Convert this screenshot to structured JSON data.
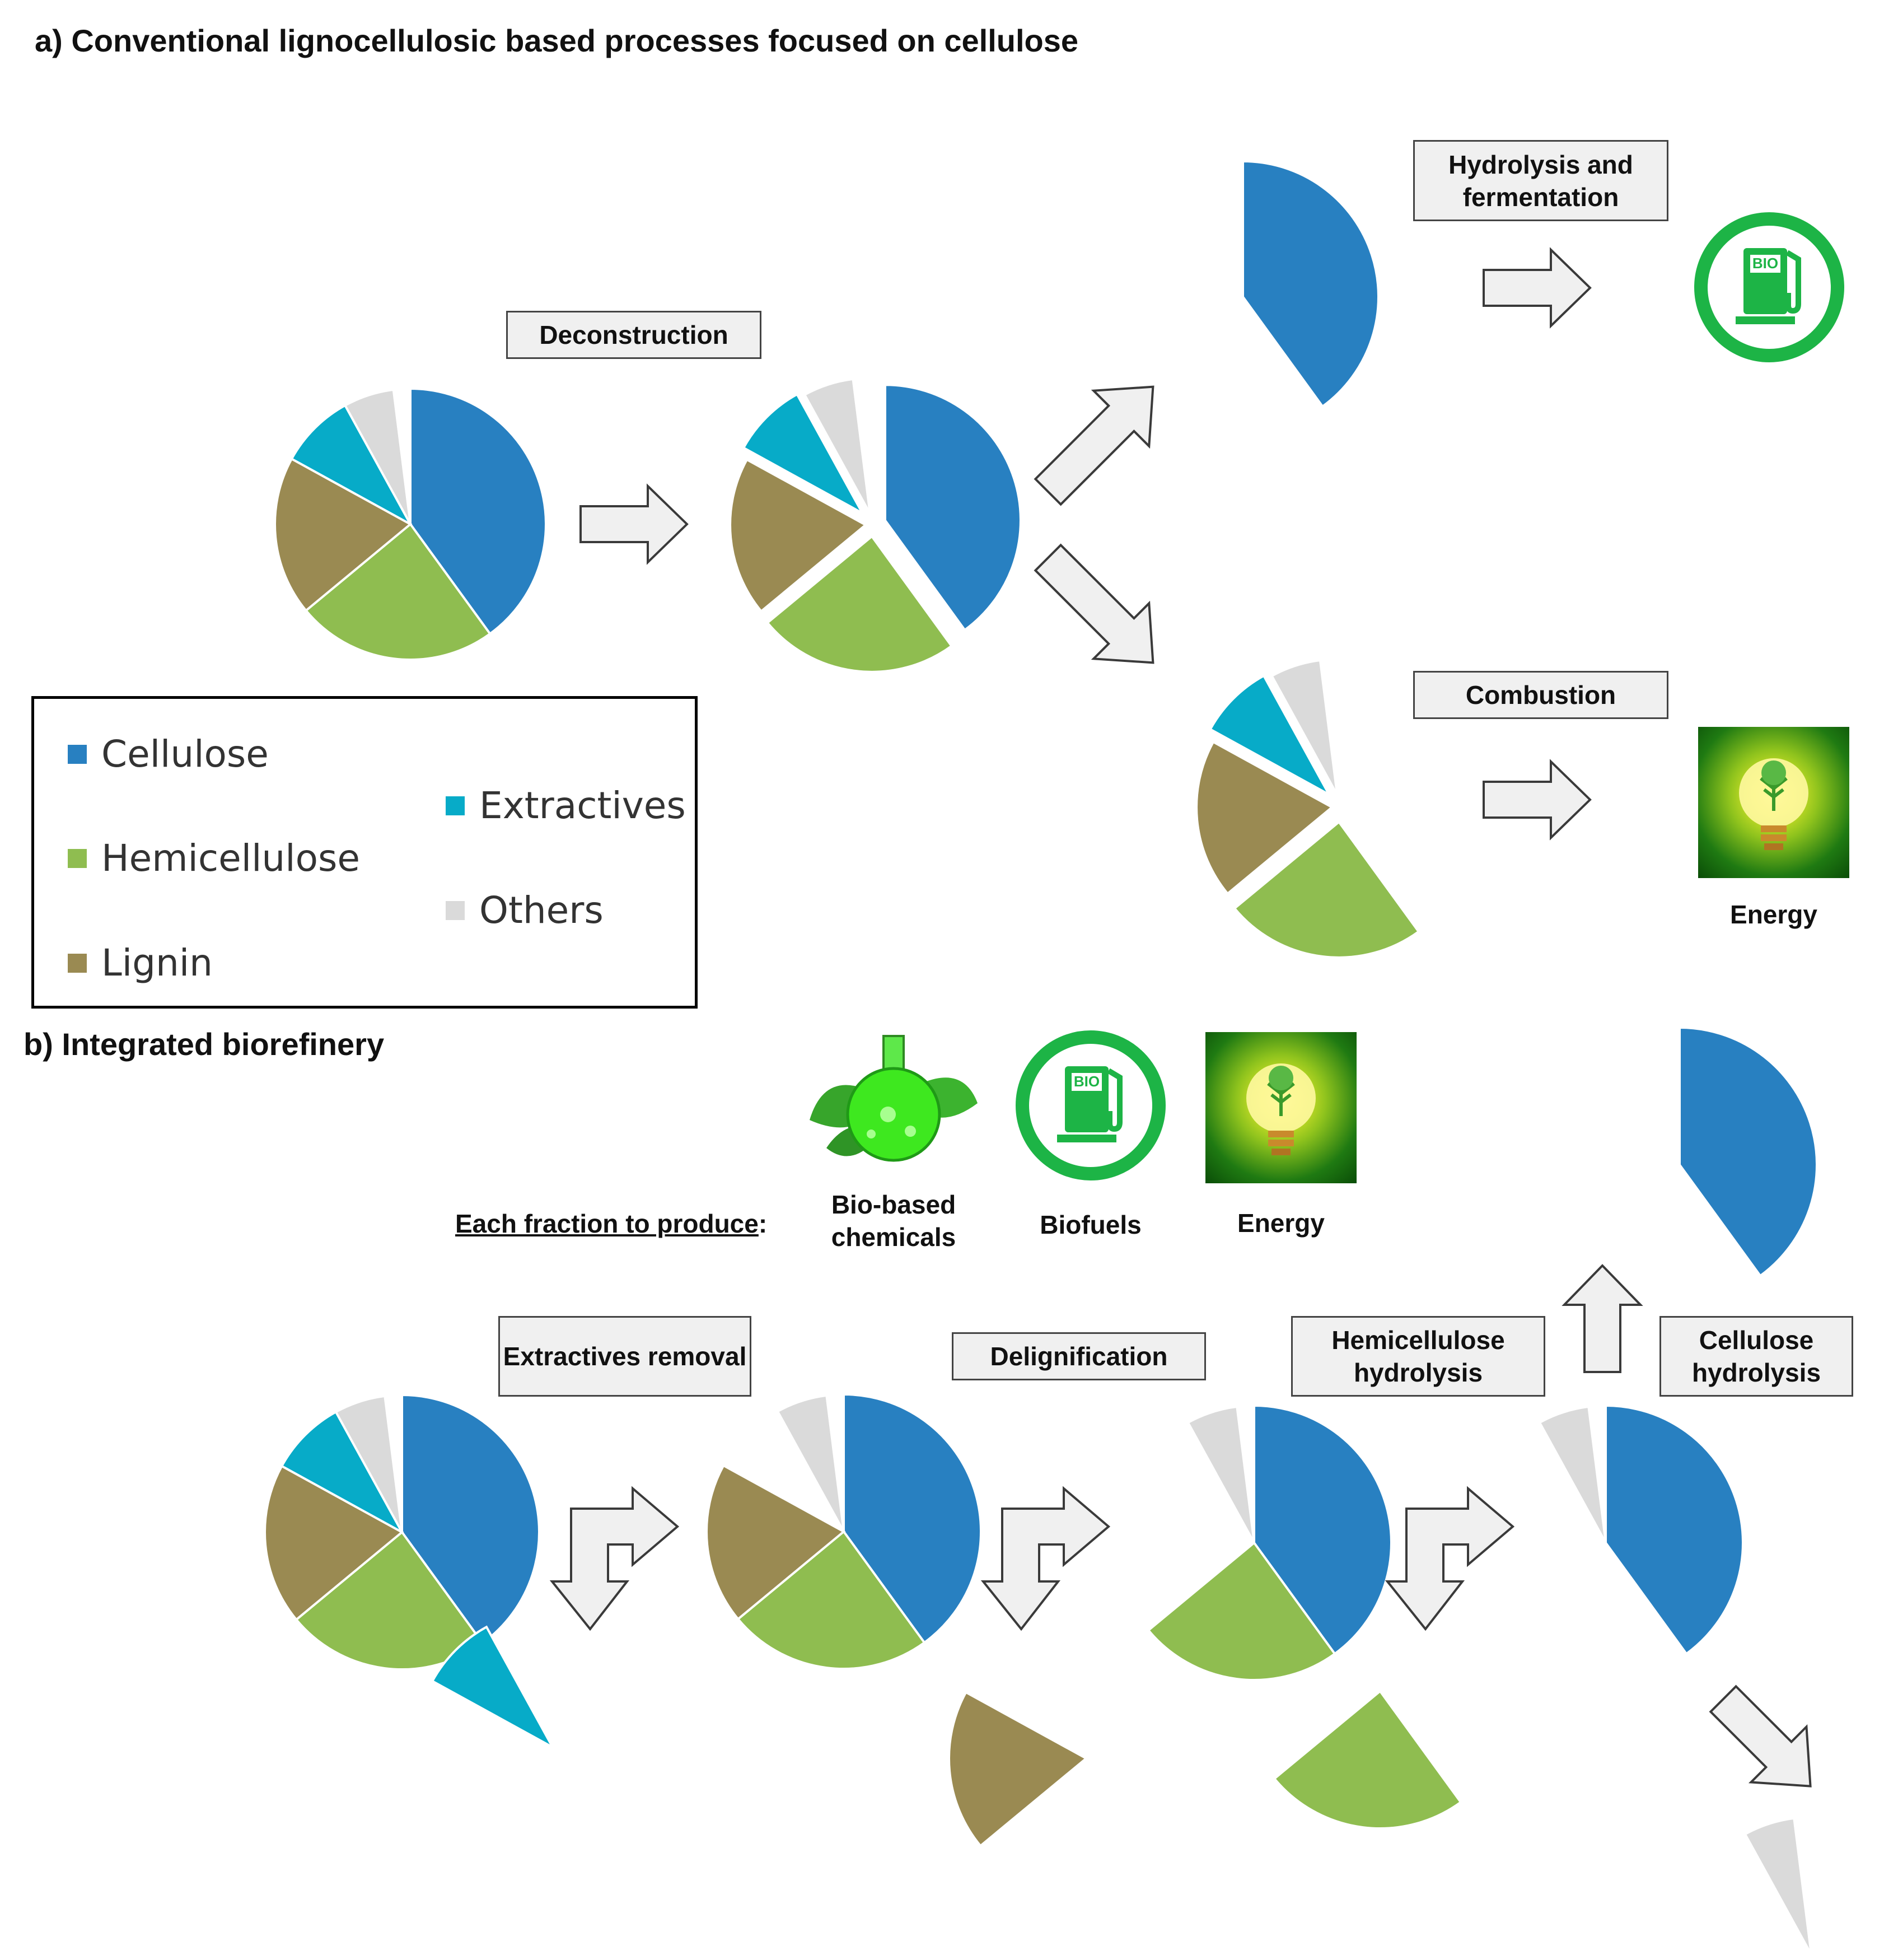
{
  "titles": {
    "a": "a) Conventional lignocellulosic based processes focused on cellulose",
    "b": "b) Integrated biorefinery"
  },
  "colors": {
    "cellulose": "#2880c1",
    "hemicellulose": "#8fbd50",
    "lignin": "#9a8a52",
    "extractives": "#07abc8",
    "others": "#dadada",
    "arrow_fill": "#f0f0f0",
    "arrow_stroke": "#3a3a3a",
    "bio_green": "#1db446"
  },
  "legend": {
    "items": [
      {
        "key": "cellulose",
        "label": "Cellulose"
      },
      {
        "key": "extractives",
        "label": "Extractives"
      },
      {
        "key": "hemicellulose",
        "label": "Hemicellulose"
      },
      {
        "key": "others",
        "label": "Others"
      },
      {
        "key": "lignin",
        "label": "Lignin"
      }
    ]
  },
  "composition": [
    {
      "key": "cellulose",
      "share": 0.4
    },
    {
      "key": "hemicellulose",
      "share": 0.24
    },
    {
      "key": "lignin",
      "share": 0.19
    },
    {
      "key": "extractives",
      "share": 0.09
    },
    {
      "key": "others",
      "share": 0.06
    }
  ],
  "section_a": {
    "deconstruction": "Deconstruction",
    "hydrolysis_fermentation": "Hydrolysis and fermentation",
    "combustion": "Combustion",
    "energy_caption": "Energy"
  },
  "section_b": {
    "produce_label": "Each fraction to produce",
    "produce_suffix": ":",
    "bio_based_chemicals": "Bio-based chemicals",
    "biofuels": "Biofuels",
    "energy": "Energy",
    "extractives_removal": "Extractives removal",
    "delignification": "Delignification",
    "hemicellulose_hydrolysis": "Hemicellulose hydrolysis",
    "cellulose_hydrolysis": "Cellulose hydrolysis"
  },
  "icons": {
    "bio_pump": "bio-fuel-pump-icon",
    "bio_text": "BIO",
    "light_bulb": "light-bulb-icon",
    "flask": "flask-leaves-icon"
  }
}
